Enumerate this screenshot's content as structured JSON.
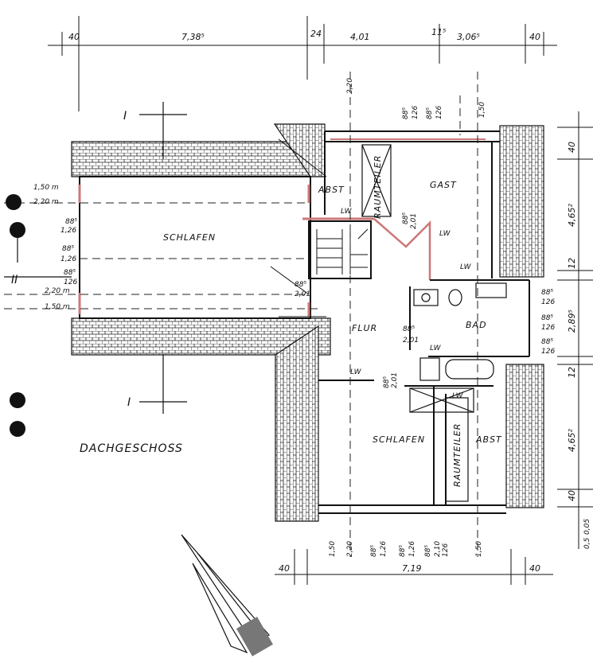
{
  "title": "DACHGESCHOSS",
  "rooms": {
    "schlafen_left": "SCHLAFEN",
    "schlafen_right": "SCHLAFEN",
    "gast": "GAST",
    "flur": "FLUR",
    "bad": "BAD",
    "raumteiler_top": "RAUMTEILER",
    "raumteiler_bottom": "RAUMTEILER",
    "abst_top": "ABST",
    "abst_bottom": "ABST"
  },
  "section_marks": {
    "i_top": "I",
    "i_bottom": "I",
    "ii": "II"
  },
  "top_dims": {
    "d1": "40",
    "d2": "7,38⁵",
    "d3": "24",
    "d4": "4,01",
    "d5": "11⁵",
    "d6": "3,06⁵",
    "d7": "40"
  },
  "bottom_dims": {
    "d1": "40",
    "d2": "7,19",
    "d3": "40"
  },
  "right_dims": {
    "d1": "40",
    "d2": "4,65²",
    "d3": "12",
    "d4": "2,89⁵",
    "d5": "12",
    "d6": "4,65²",
    "d7": "40"
  },
  "left_dims": {
    "h1": "1,50 m",
    "h2": "2,20 m",
    "w1a": "88⁵",
    "w1b": "1,26",
    "w2a": "88⁵",
    "w2b": "1,26",
    "w3a": "88⁵",
    "w3b": "126",
    "h3": "2,20 m",
    "h4": "1,50 m"
  },
  "window_dims": {
    "top_220": "2,20",
    "top_150": "1,50",
    "gast_a": "88⁵",
    "gast_b": "126",
    "gast_c": "88⁵",
    "gast_d": "126",
    "stair_a": "88⁵",
    "stair_b": "2,01",
    "flur_a": "88⁵",
    "flur_b": "2,01",
    "flur_c": "88⁵",
    "flur_d": "2,01",
    "gast_e": "88⁵",
    "gast_f": "2,01",
    "bad1_a": "88⁵",
    "bad1_b": "126",
    "bad2_a": "88⁵",
    "bad2_b": "126",
    "bad3_a": "88⁵",
    "bad3_b": "126",
    "bot_150": "1,50",
    "bot_220": "2,20",
    "bot_a": "88⁵",
    "bot_b": "1,26",
    "bot_c": "88⁵",
    "bot_d": "1,26",
    "bot_e": "88⁵",
    "bot_f": "126",
    "bot_g": "2,10",
    "bot_h": "1,50"
  },
  "labels_lw": "LW",
  "edge_dims": {
    "e1": "0,05",
    "e2": "0,5"
  }
}
